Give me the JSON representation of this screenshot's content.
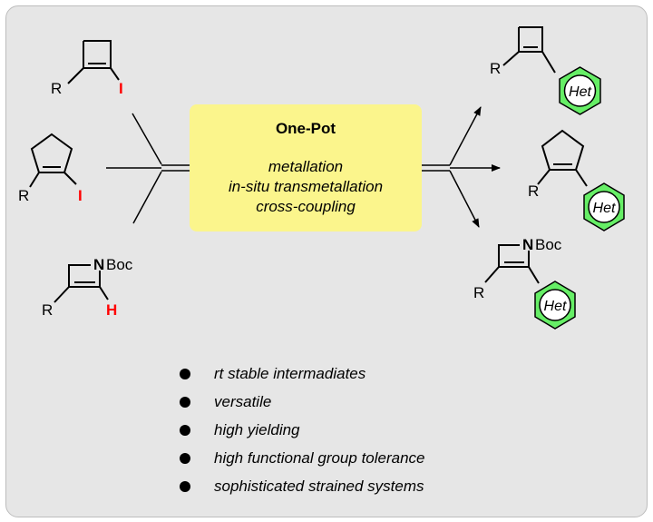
{
  "center_box": {
    "title": "One-Pot",
    "steps": [
      "metallation",
      "in-situ transmetallation",
      "cross-coupling"
    ]
  },
  "bullets": [
    "rt stable intermadiates",
    "versatile",
    "high yielding",
    "high functional group tolerance",
    "sophisticated strained systems"
  ],
  "labels": {
    "substituent": "R",
    "iodine": "I",
    "hydrogen": "H",
    "nitrogen": "N",
    "boc": "Boc",
    "heteroaryl": "Het"
  },
  "colors": {
    "panel_bg": "#e6e6e6",
    "box_bg": "#fbf58c",
    "halogen_red": "#ff0000",
    "hetaryl_green": "#66ee66"
  }
}
